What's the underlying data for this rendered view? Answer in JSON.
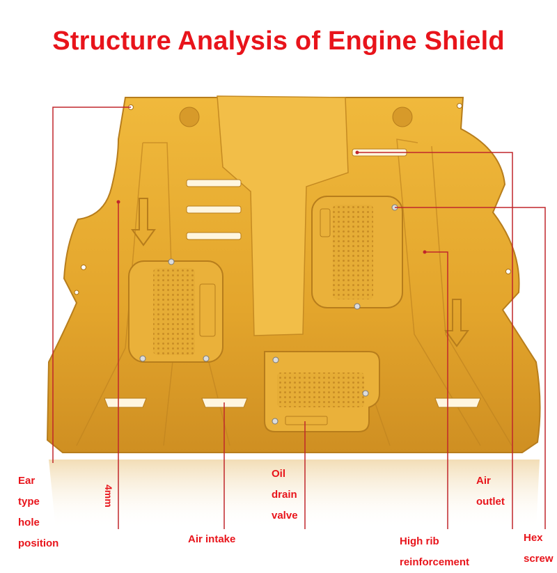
{
  "title": "Structure Analysis of Engine Shield",
  "colors": {
    "accent": "#e8141b",
    "shield": "#e3a92e",
    "leader_line": "#c0262b"
  },
  "labels": {
    "ear": [
      "Ear",
      "type",
      "hole",
      "position"
    ],
    "thickness": "4mm",
    "air_intake": "Air intake",
    "oil": [
      "Oil",
      "drain",
      "valve"
    ],
    "high_rib": [
      "High rib",
      "reinforcement"
    ],
    "air_outlet": [
      "Air",
      "outlet"
    ],
    "hex": [
      "Hex",
      "screw"
    ]
  }
}
